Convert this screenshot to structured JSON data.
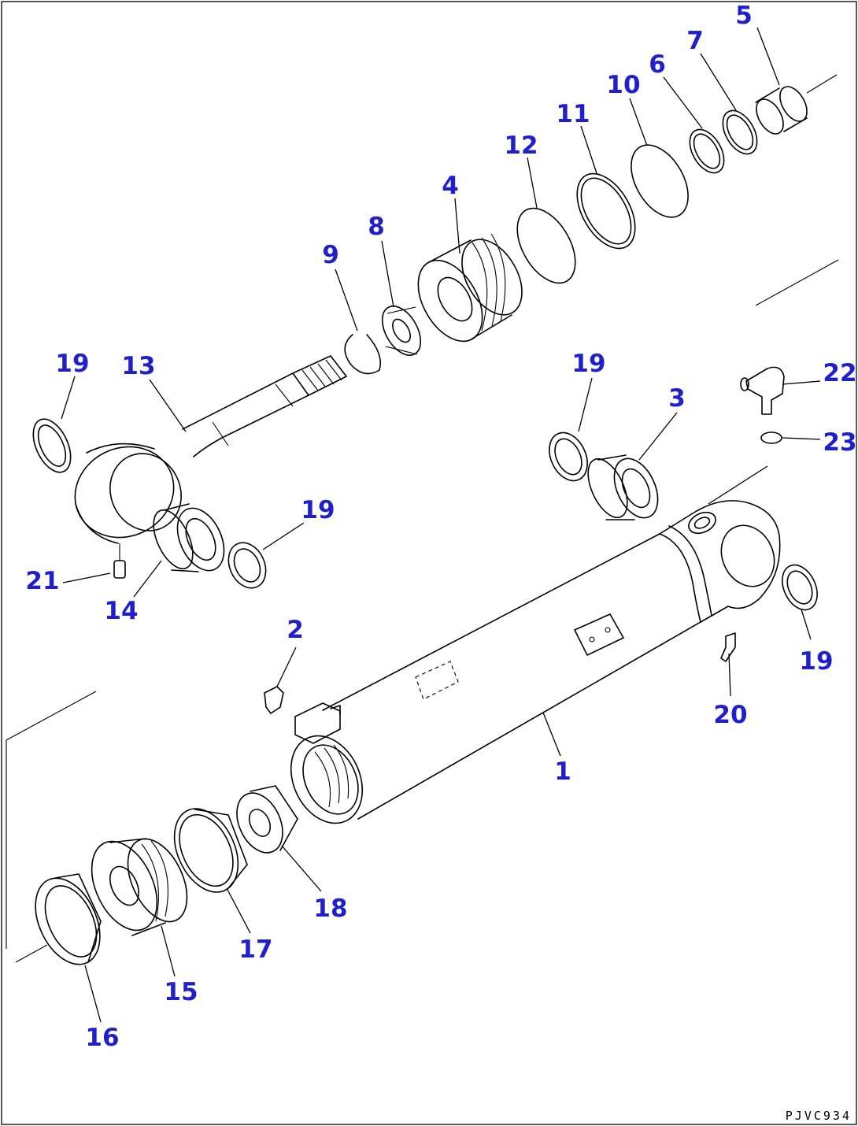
{
  "drawing_code": "PJVC934",
  "callouts": [
    {
      "id": "c1",
      "label": "1"
    },
    {
      "id": "c2",
      "label": "2"
    },
    {
      "id": "c3",
      "label": "3"
    },
    {
      "id": "c4",
      "label": "4"
    },
    {
      "id": "c5",
      "label": "5"
    },
    {
      "id": "c6",
      "label": "6"
    },
    {
      "id": "c7",
      "label": "7"
    },
    {
      "id": "c8",
      "label": "8"
    },
    {
      "id": "c9",
      "label": "9"
    },
    {
      "id": "c10",
      "label": "10"
    },
    {
      "id": "c11",
      "label": "11"
    },
    {
      "id": "c12",
      "label": "12"
    },
    {
      "id": "c13",
      "label": "13"
    },
    {
      "id": "c14",
      "label": "14"
    },
    {
      "id": "c15",
      "label": "15"
    },
    {
      "id": "c16",
      "label": "16"
    },
    {
      "id": "c17",
      "label": "17"
    },
    {
      "id": "c18",
      "label": "18"
    },
    {
      "id": "c19a",
      "label": "19"
    },
    {
      "id": "c19b",
      "label": "19"
    },
    {
      "id": "c19c",
      "label": "19"
    },
    {
      "id": "c19d",
      "label": "19"
    },
    {
      "id": "c20",
      "label": "20"
    },
    {
      "id": "c21",
      "label": "21"
    },
    {
      "id": "c22",
      "label": "22"
    },
    {
      "id": "c23",
      "label": "23"
    }
  ]
}
